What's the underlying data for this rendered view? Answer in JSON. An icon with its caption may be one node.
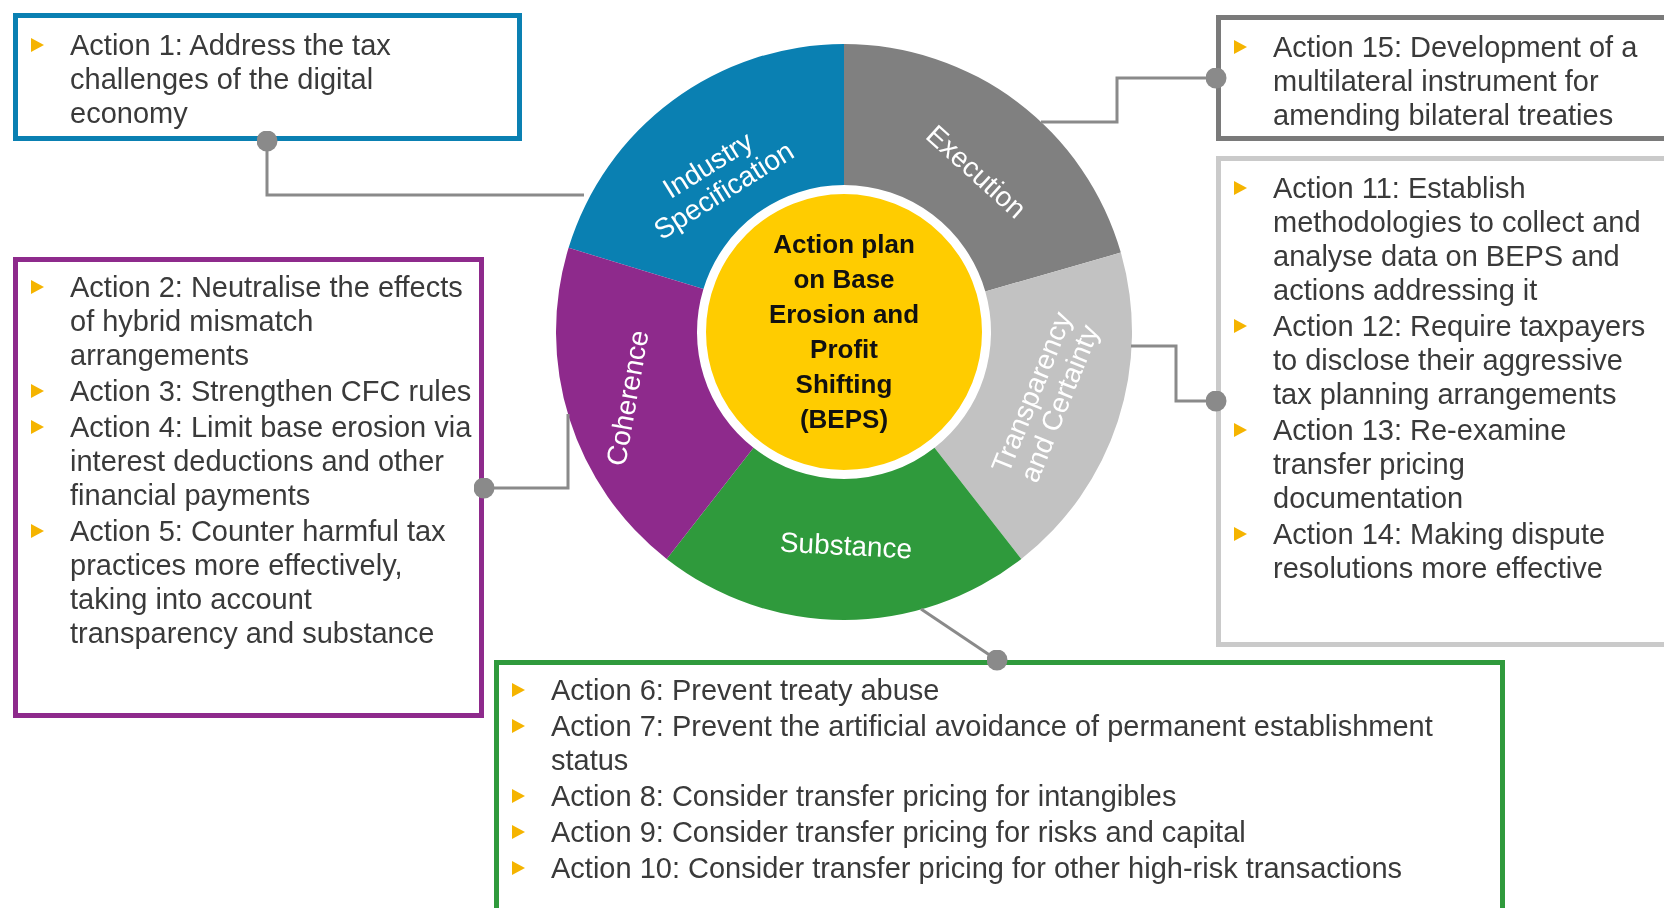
{
  "diagram": {
    "nodes": [
      {
        "text": [
          "Action plan on Base Erosion and Profit Shifting (BEPS)"
        ]
      },
      {
        "text": [
          "Industry Specification"
        ]
      },
      {
        "text": [
          "Execution"
        ]
      },
      {
        "text": [
          "Transparency and Certainty"
        ]
      },
      {
        "text": [
          "Substance"
        ]
      },
      {
        "text": [
          "Coherence"
        ]
      },
      {
        "text": [
          "Action 1: Address the tax challenges of the digital economy"
        ]
      },
      {
        "text": [
          "Action 15: Development of a multilateral instrument for amending bilateral treaties"
        ]
      },
      {
        "text": [
          "Action 11: Establish methodologies to collect and analyse data on BEPS and actions addressing it",
          "Action 12: Require taxpayers to disclose their aggressive tax planning arrangements",
          "Action 13: Re-examine transfer pricing documentation",
          "Action 14: Making dispute resolutions more effective"
        ]
      },
      {
        "text": [
          "Action 2: Neutralise the effects of hybrid mismatch arrangements",
          "Action 3: Strengthen CFC rules",
          "Action 4: Limit base erosion via interest deductions and other financial payments",
          "Action 5: Counter harmful tax practices more effectively, taking into account transparency and substance"
        ]
      },
      {
        "text": [
          "Action 6: Prevent treaty abuse",
          "Action 7: Prevent the artificial avoidance of permanent establishment status",
          "Action 8: Consider transfer pricing for intangibles",
          "Action 9: Consider transfer pricing for risks and capital",
          "Action 10: Consider transfer pricing for other high-risk transactions"
        ]
      }
    ],
    "edges": [
      {
        "from": 1,
        "to": 6,
        "arrow": "other"
      },
      {
        "from": 2,
        "to": 7,
        "arrow": "other"
      },
      {
        "from": 3,
        "to": 8,
        "arrow": "other"
      },
      {
        "from": 5,
        "to": 9,
        "arrow": "other"
      },
      {
        "from": 4,
        "to": 10,
        "arrow": "other"
      }
    ]
  }
}
